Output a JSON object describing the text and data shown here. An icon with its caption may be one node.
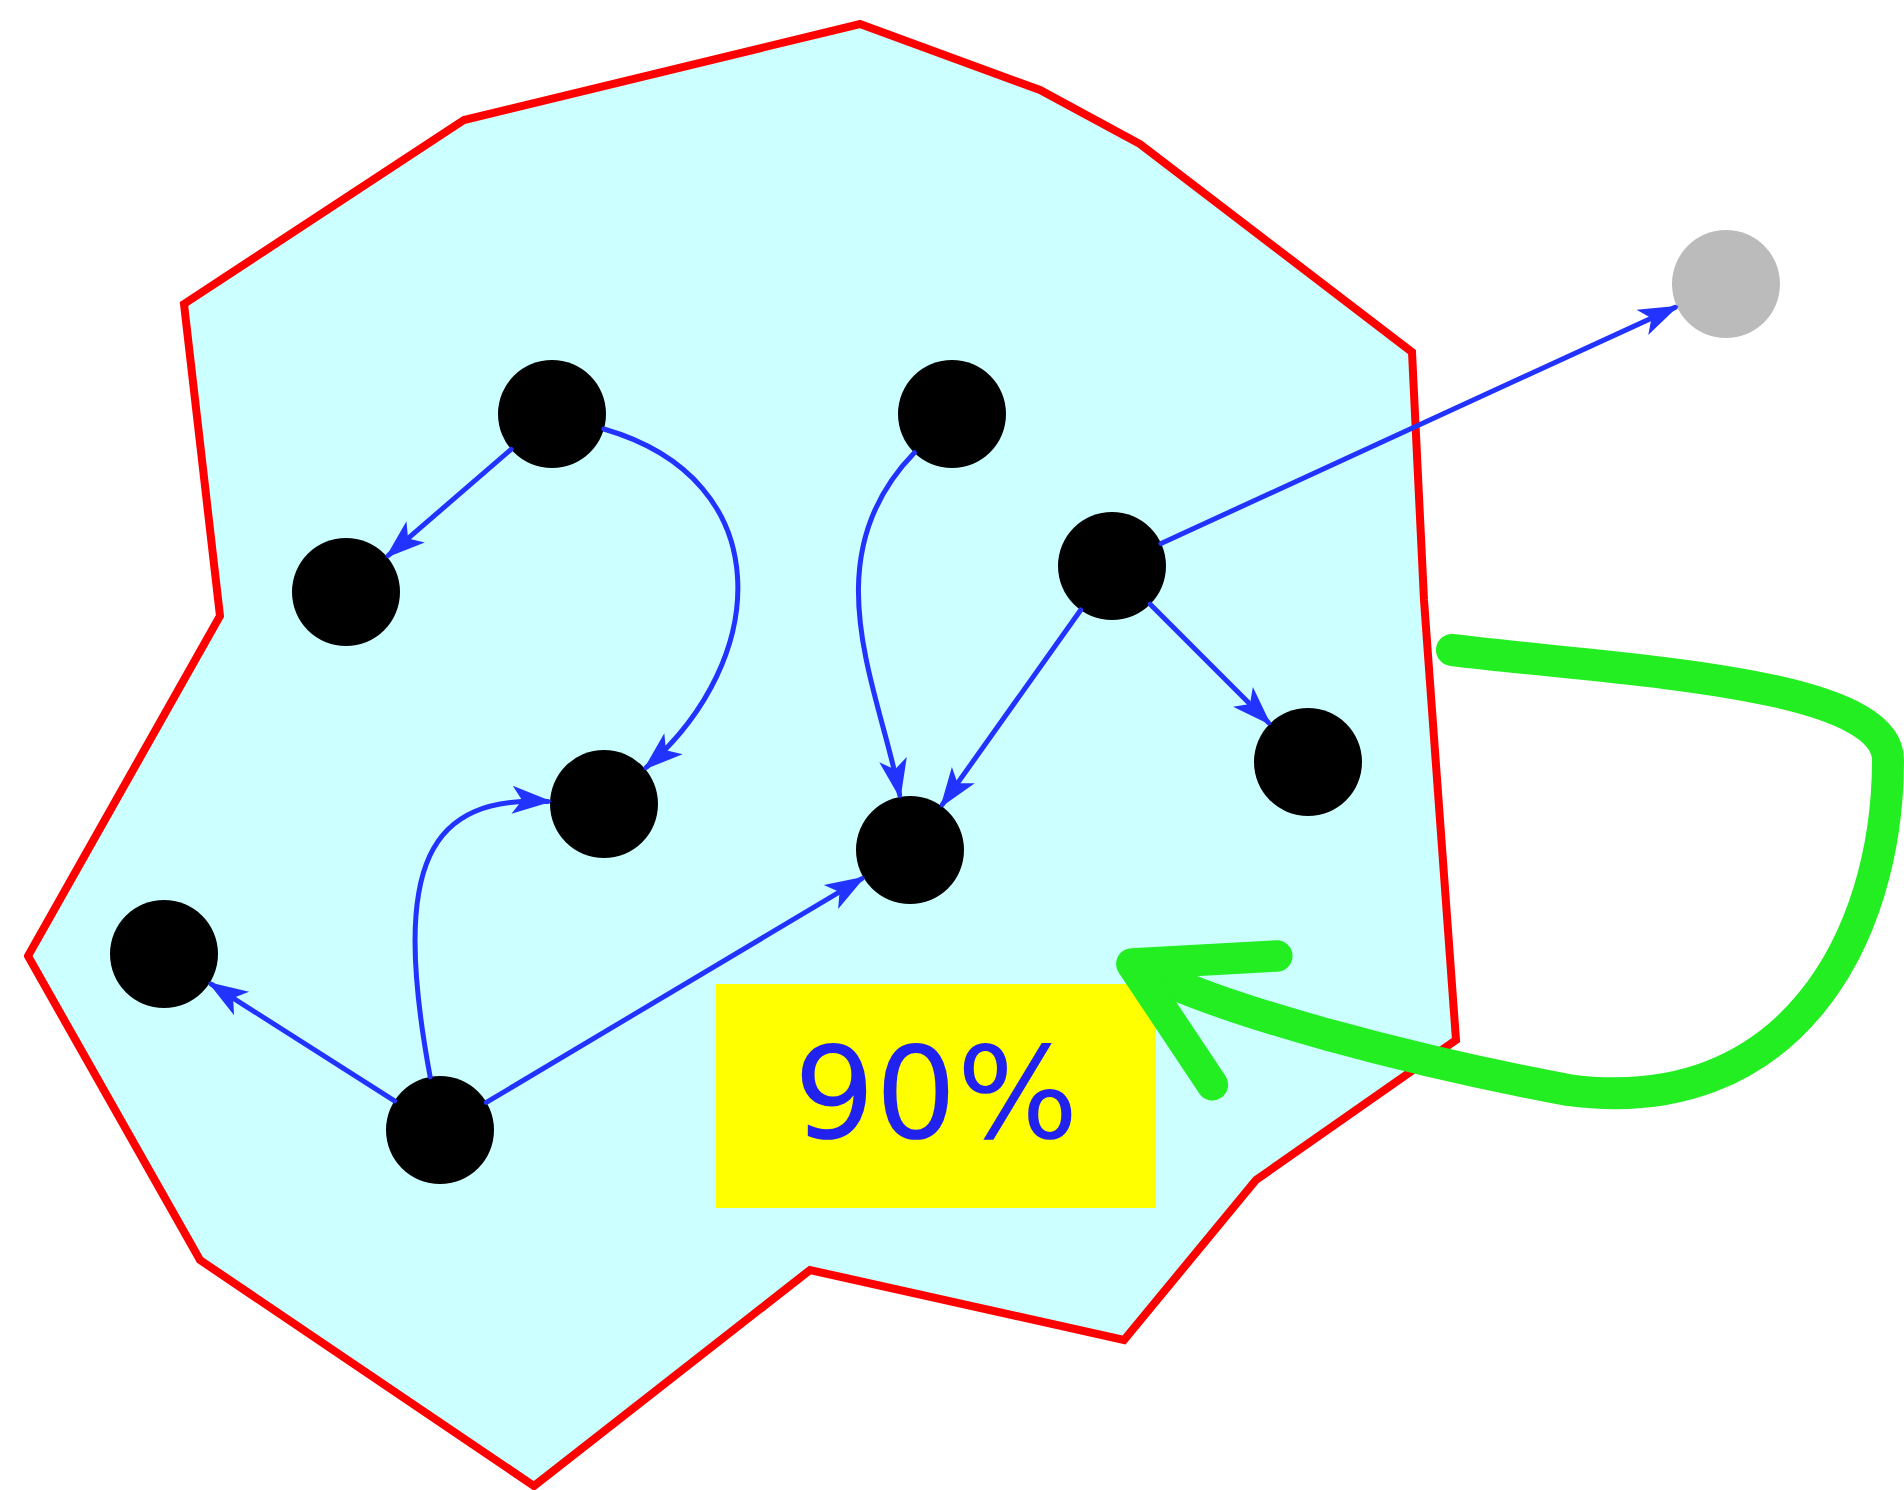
{
  "diagram": {
    "nodes": [
      {
        "text": [],
        "shape": "polygon"
      },
      {
        "text": [],
        "shape": "circle",
        "in": 0
      },
      {
        "text": [],
        "shape": "circle",
        "in": 0
      },
      {
        "text": [],
        "shape": "circle",
        "in": 0
      },
      {
        "text": [],
        "shape": "circle",
        "in": 0
      },
      {
        "text": [],
        "shape": "circle",
        "in": 0
      },
      {
        "text": [],
        "shape": "circle",
        "in": 0
      },
      {
        "text": [],
        "shape": "circle",
        "in": 0
      },
      {
        "text": [],
        "shape": "circle",
        "in": 0
      },
      {
        "text": [],
        "shape": "circle",
        "in": 0
      },
      {
        "text": [],
        "shape": "circle"
      },
      {
        "text": [
          "90%"
        ],
        "in": 0
      }
    ],
    "edges": [
      {
        "from": 1,
        "to": 4,
        "arrow": "to"
      },
      {
        "from": 1,
        "to": 6,
        "arrow": "to"
      },
      {
        "from": 2,
        "to": 7,
        "arrow": "to"
      },
      {
        "from": 3,
        "to": 7,
        "arrow": "to"
      },
      {
        "from": 3,
        "to": 5,
        "arrow": "to"
      },
      {
        "from": 3,
        "to": 10,
        "arrow": "to"
      },
      {
        "from": 9,
        "to": 8,
        "arrow": "to"
      },
      {
        "from": 9,
        "to": 6,
        "arrow": "to"
      },
      {
        "from": 9,
        "to": 7,
        "arrow": "to"
      },
      {
        "from": 0,
        "to": 11,
        "arrow": "to",
        "style": "thick",
        "color": "#22ee22"
      }
    ]
  }
}
